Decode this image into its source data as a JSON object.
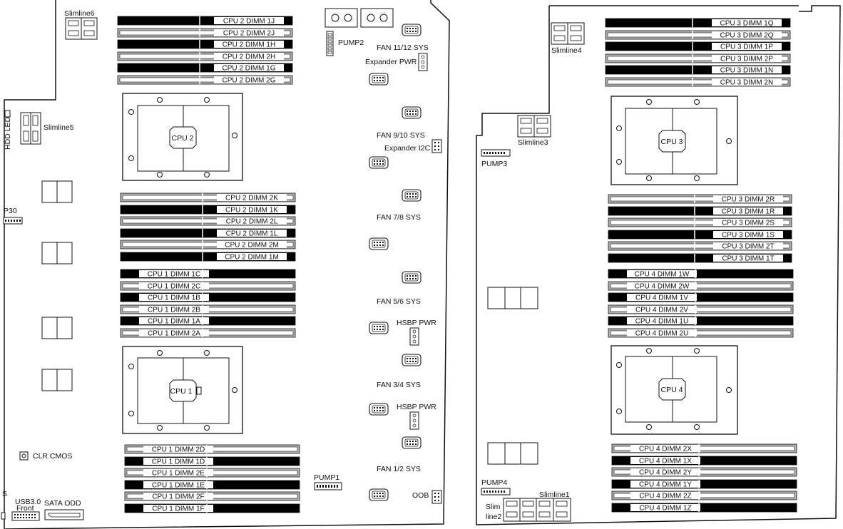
{
  "labels": {
    "slimline6": "Slimline6",
    "slimline5": "Slimline5",
    "slimline4": "Slimline4",
    "slimline3": "Slimline3",
    "slimline1": "Slimline1",
    "slimline2_a": "Slim",
    "slimline2_b": "line2",
    "hdd_led": "HDD LED",
    "p30": "P30",
    "clr_cmos": "CLR CMOS",
    "usb_a": "USB3.0",
    "usb_b": "Front",
    "sata_odd": "SATA ODD",
    "pump1": "PUMP1",
    "pump2": "PUMP2",
    "pump3": "PUMP3",
    "pump4": "PUMP4",
    "fan_11_12": "FAN 11/12 SYS",
    "fan_9_10": "FAN 9/10 SYS",
    "fan_7_8": "FAN 7/8 SYS",
    "fan_5_6": "FAN 5/6 SYS",
    "fan_3_4": "FAN 3/4 SYS",
    "fan_1_2": "FAN 1/2 SYS",
    "expander_pwr": "Expander PWR",
    "expander_i2c": "Expander I2C",
    "hsbp_pwr_1": "HSBP PWR",
    "hsbp_pwr_2": "HSBP PWR",
    "oob": "OOB",
    "edge_s": "S",
    "cpu1": "CPU 1",
    "cpu2": "CPU 2",
    "cpu3": "CPU 3",
    "cpu4": "CPU 4"
  },
  "dimms": {
    "cpu2_top": [
      "CPU 2 DIMM 1J",
      "CPU 2 DIMM 2J",
      "CPU 2 DIMM 1H",
      "CPU 2 DIMM 2H",
      "CPU 2 DIMM 1G",
      "CPU 2 DIMM 2G"
    ],
    "cpu2_bottom": [
      "CPU 2 DIMM 2K",
      "CPU 2 DIMM 1K",
      "CPU 2 DIMM 2L",
      "CPU 2 DIMM 1L",
      "CPU 2 DIMM 2M",
      "CPU 2 DIMM 1M"
    ],
    "cpu1_top": [
      "CPU 1 DIMM 1C",
      "CPU 1 DIMM 2C",
      "CPU 1 DIMM 1B",
      "CPU 1 DIMM 2B",
      "CPU 1 DIMM 1A",
      "CPU 1 DIMM 2A"
    ],
    "cpu1_bottom": [
      "CPU 1 DIMM 2D",
      "CPU 1 DIMM 1D",
      "CPU 1 DIMM 2E",
      "CPU 1 DIMM 1E",
      "CPU 1 DIMM 2F",
      "CPU 1 DIMM 1F"
    ],
    "cpu3_top": [
      "CPU 3 DIMM 1Q",
      "CPU 3 DIMM 2Q",
      "CPU 3 DIMM 1P",
      "CPU 3 DIMM 2P",
      "CPU 3 DIMM 1N",
      "CPU 3 DIMM 2N"
    ],
    "cpu3_bottom": [
      "CPU 3 DIMM 2R",
      "CPU 3 DIMM 1R",
      "CPU 3 DIMM 2S",
      "CPU 3 DIMM 1S",
      "CPU 3 DIMM 2T",
      "CPU 3 DIMM 1T"
    ],
    "cpu4_top": [
      "CPU 4 DIMM 1W",
      "CPU 4 DIMM 2W",
      "CPU 4 DIMM 1V",
      "CPU 4 DIMM 2V",
      "CPU 4 DIMM 1U",
      "CPU 4 DIMM 2U"
    ],
    "cpu4_bottom": [
      "CPU 4 DIMM 2X",
      "CPU 4 DIMM 1X",
      "CPU 4 DIMM 2Y",
      "CPU 4 DIMM 1Y",
      "CPU 4 DIMM 2Z",
      "CPU 4 DIMM 1Z"
    ]
  },
  "colors": {
    "dimm_black": "#000000",
    "dimm_gray": "#b4b4b4",
    "line": "#111111"
  }
}
